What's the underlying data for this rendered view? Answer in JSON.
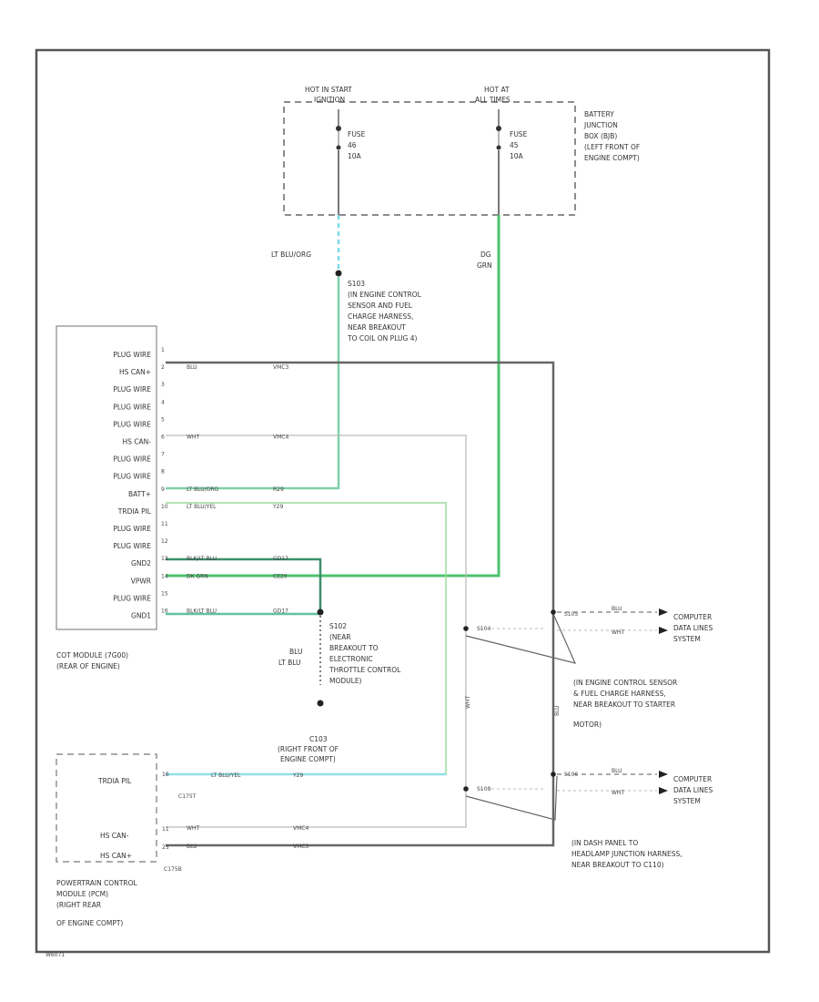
{
  "battery_junction": {
    "hot_start_1": "HOT IN START",
    "hot_start_2": "IGNITION",
    "hot_all_1": "HOT AT",
    "hot_all_2": "ALL TIMES",
    "fuse_a": [
      "FUSE",
      "46",
      "10A"
    ],
    "fuse_b": [
      "FUSE",
      "45",
      "10A"
    ],
    "label": [
      "BATTERY",
      "JUNCTION",
      "BOX (BJB)",
      "(LEFT FRONT OF",
      "ENGINE COMPT)"
    ]
  },
  "wires": {
    "lt_blu_org": "LT BLU/ORG",
    "dg_grn_1": "DG",
    "dg_grn_2": "GRN",
    "blu_lt_1": "BLU",
    "blu_lt_2": "LT BLU",
    "wht_vert": "WHT",
    "blu_vert": "BLU"
  },
  "splice_s103": [
    "S103",
    "(IN ENGINE CONTROL",
    "SENSOR AND FUEL",
    "CHARGE HARNESS,",
    "NEAR BREAKOUT",
    "TO COIL ON PLUG 4)"
  ],
  "splice_s102": [
    "S102",
    "(NEAR",
    "BREAKOUT TO",
    "ELECTRONIC",
    "THROTTLE CONTROL",
    "MODULE)"
  ],
  "c103": [
    "C103",
    "(RIGHT FRONT OF",
    "ENGINE COMPT)"
  ],
  "cop_module": {
    "pins": [
      "PLUG WIRE",
      "HS CAN+",
      "PLUG WIRE",
      "PLUG WIRE",
      "PLUG WIRE",
      "HS CAN-",
      "PLUG WIRE",
      "PLUG WIRE",
      "BATT+",
      "TRDIA PIL",
      "PLUG WIRE",
      "PLUG WIRE",
      "GND2",
      "VPWR",
      "PLUG WIRE",
      "GND1"
    ],
    "terminals": [
      "1",
      "2",
      "3",
      "4",
      "5",
      "6",
      "7",
      "8",
      "9",
      "10",
      "11",
      "12",
      "13",
      "14",
      "15",
      "16"
    ],
    "label": [
      "COT MODULE (7G00)",
      "(REAR OF ENGINE)"
    ]
  },
  "cop_circuits": [
    {
      "term": "2",
      "color": "BLU",
      "circuit": "VMC3"
    },
    {
      "term": "6",
      "color": "WHT",
      "circuit": "VMC4"
    },
    {
      "term": "9",
      "color": "LT BLU/ORG",
      "circuit": "R29"
    },
    {
      "term": "10",
      "color": "LT BLU/YEL",
      "circuit": "Y29"
    },
    {
      "term": "13",
      "color": "BLK/LT BLU",
      "circuit": "GD17"
    },
    {
      "term": "14",
      "color": "DK GRN",
      "circuit": "CE20"
    },
    {
      "term": "16",
      "color": "BLK/LT BLU",
      "circuit": "GD17"
    }
  ],
  "pcm": {
    "pins": [
      "TRDIA PIL",
      "HS CAN-",
      "HS CAN+"
    ],
    "terminals": [
      "16",
      "11",
      "25"
    ],
    "circuits": [
      {
        "color": "LT BLU/YEL",
        "circuit": "Y29"
      },
      {
        "color": "WHT",
        "circuit": "VMC4"
      },
      {
        "color": "BLU",
        "circuit": "VMC3"
      }
    ],
    "conn_a": "C175T",
    "conn_b": "C175B",
    "label": [
      "POWERTRAIN CONTROL",
      "MODULE (PCM)",
      "(RIGHT REAR",
      "OF ENGINE COMPT)"
    ]
  },
  "right_side": {
    "s104": "S104",
    "s105": "S105",
    "s108": "S108",
    "s106": "S106",
    "blu": "BLU",
    "wht": "WHT",
    "computer_1": [
      "COMPUTER",
      "DATA LINES",
      "SYSTEM"
    ],
    "computer_2": [
      "COMPUTER",
      "DATA LINES",
      "SYSTEM"
    ],
    "note_1": [
      "(IN ENGINE CONTROL SENSOR",
      "& FUEL CHARGE HARNESS,",
      "NEAR BREAKOUT TO STARTER",
      "MOTOR)"
    ],
    "note_2": [
      "(IN DASH PANEL TO",
      "HEADLAMP JUNCTION HARNESS,",
      "NEAR BREAKOUT TO C110)"
    ]
  },
  "footer_code": "W6071"
}
